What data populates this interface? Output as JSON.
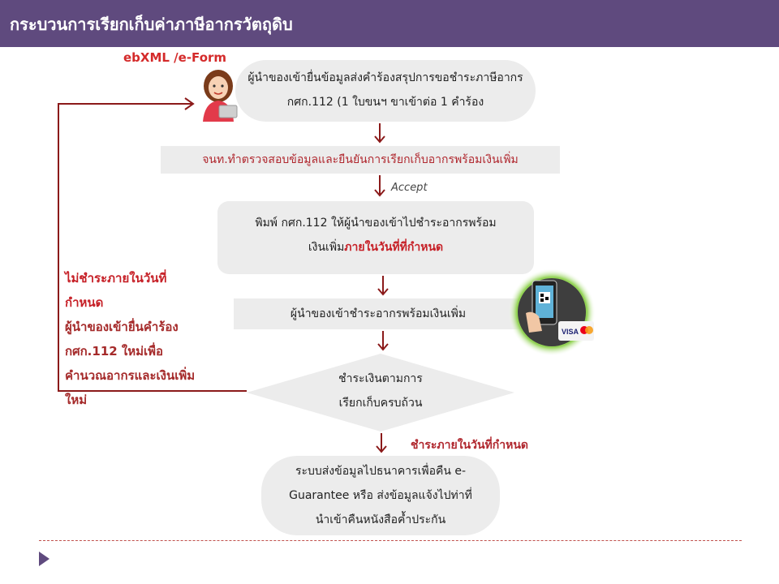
{
  "header": {
    "title": "กระบวนการเรียกเก็บค่าภาษีอากรวัตถุดิบ"
  },
  "labels": {
    "ebxml": "ebXML /e-Form",
    "accept": "Accept",
    "pay_on_time": "ชำระภายในวันที่กำหนด"
  },
  "steps": {
    "submit_line1": "ผู้นำของเข้ายื่นข้อมูลส่งคำร้องสรุปการขอชำระภาษีอากร",
    "submit_line2": "กศก.112  (1 ใบขนฯ ขาเข้าต่อ 1 คำร้อง",
    "verify": "จนท.ทำตรวจสอบข้อมูลและยืนยันการเรียกเก็บอากรพร้อมเงินเพิ่ม",
    "print_line1": "พิมพ์ กศก.112 ให้ผู้นำของเข้าไปชำระอากรพร้อม",
    "print_line2a": "เงินเพิ่ม",
    "print_line2b": "ภายในวันที่ที่กำหนด",
    "pay": "ผู้นำของเข้าชำระอากรพร้อมเงินเพิ่ม",
    "decision_line1": "ชำระเงินตามการ",
    "decision_line2": "เรียกเก็บครบถ้วน",
    "final_line1": "ระบบส่งข้อมูลไปธนาคารเพื่อคืน e-",
    "final_line2": "Guarantee หรือ ส่งข้อมูลแจ้งไปท่าที่",
    "final_line3": "นำเข้าคืนหนังสือค้ำประกัน"
  },
  "side_note": {
    "line1": "ไม่ชำระภายในวันที่",
    "line2": "กำหนด",
    "line3": "ผู้นำของเข้ายื่นคำร้อง",
    "line4": "กศก.112 ใหม่เพื่อ",
    "line5": "คำนวณอากรและเงินเพิ่ม",
    "line6": "ใหม่"
  },
  "phone_badge": {
    "card1": "VISA"
  },
  "colors": {
    "header": "#5f4a7e",
    "accent_red": "#c61f26",
    "box": "#ececec",
    "arrow": "#8b1a1a",
    "glow": "#8fd14f"
  }
}
